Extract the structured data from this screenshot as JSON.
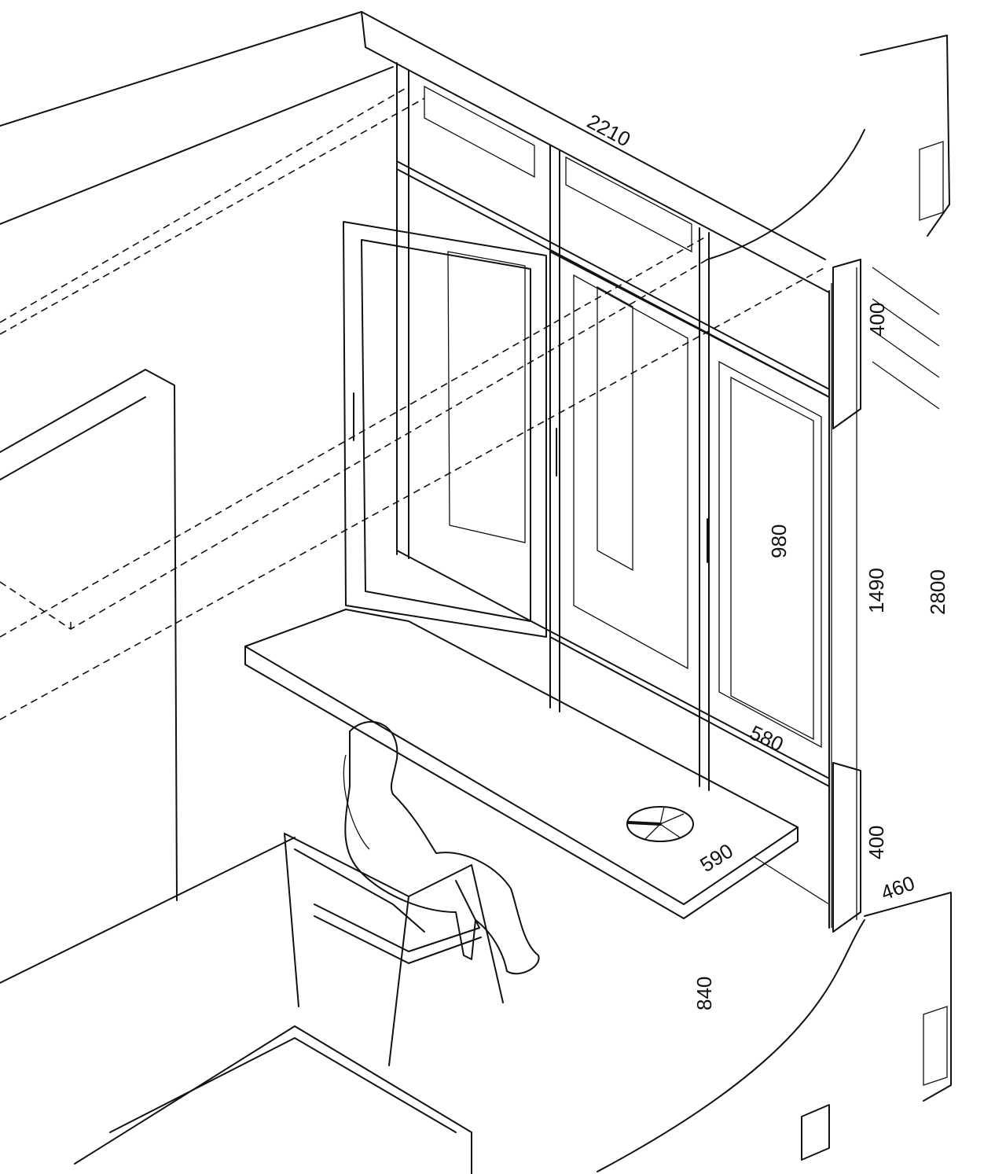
{
  "drawing": {
    "type": "isometric window bay section with desk and seated figure",
    "dimensions": {
      "window_width": "2210",
      "upper_transom": "400",
      "sash_height": "980",
      "window_height": "1490",
      "floor_to_ceiling": "2800",
      "sash_width": "580",
      "sill_panel": "400",
      "wall_depth": "460",
      "desk_depth": "590",
      "desk_height": "840"
    },
    "line_color": "#111111",
    "background": "#ffffff"
  }
}
